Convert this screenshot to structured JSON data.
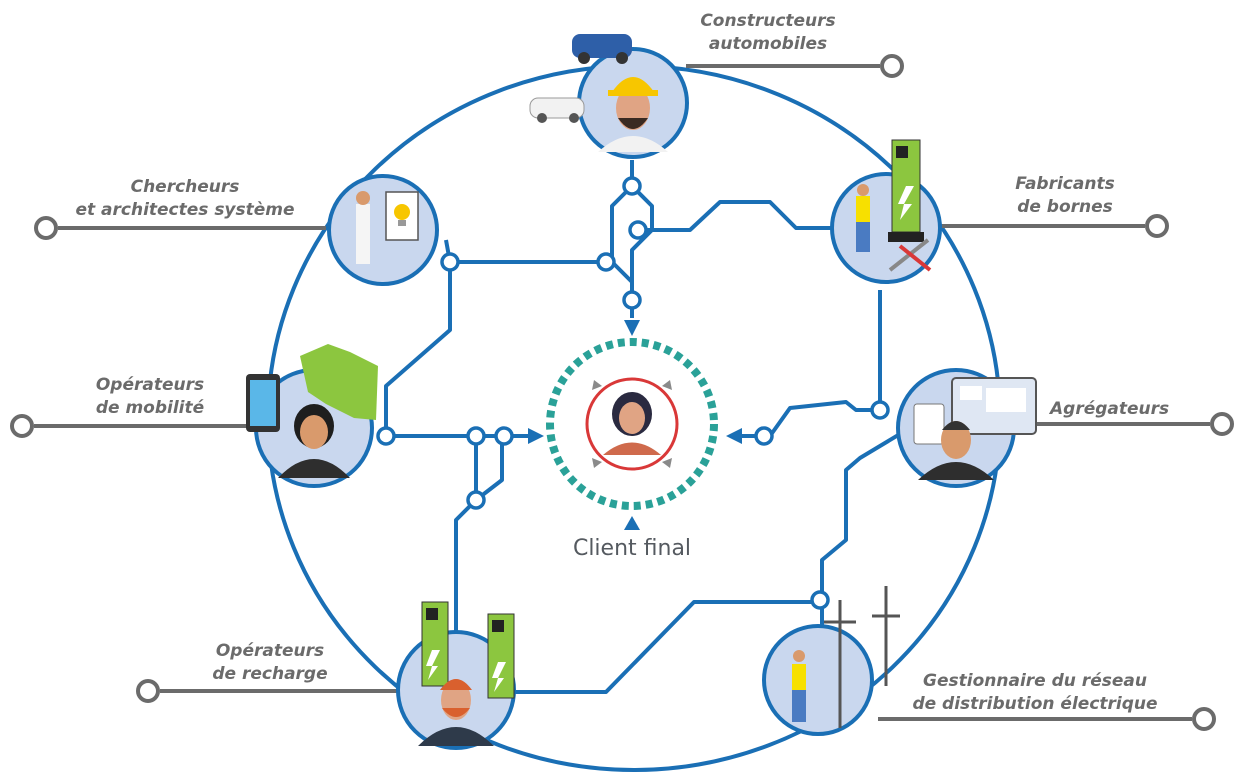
{
  "center": {
    "label": "Client final"
  },
  "actors": [
    {
      "id": "constructeurs",
      "line1": "Constructeurs",
      "line2": "automobiles"
    },
    {
      "id": "chercheurs",
      "line1": "Chercheurs",
      "line2": "et architectes système"
    },
    {
      "id": "fabricants",
      "line1": "Fabricants",
      "line2": "de bornes"
    },
    {
      "id": "operateurs-mobilite",
      "line1": "Opérateurs",
      "line2": "de mobilité"
    },
    {
      "id": "agregateurs",
      "line1": "Agrégateurs",
      "line2": ""
    },
    {
      "id": "operateurs-recharge",
      "line1": "Opérateurs",
      "line2": "de recharge"
    },
    {
      "id": "gestionnaire",
      "line1": "Gestionnaire du réseau",
      "line2": "de distribution électrique"
    }
  ],
  "colors": {
    "network_blue": "#1a6fb5",
    "connector_gray": "#6b6b6b",
    "ring_teal": "#2aa198",
    "center_red": "#d93838",
    "avatar_bg": "#c9d7ee",
    "charger_green": "#8cc63f"
  }
}
